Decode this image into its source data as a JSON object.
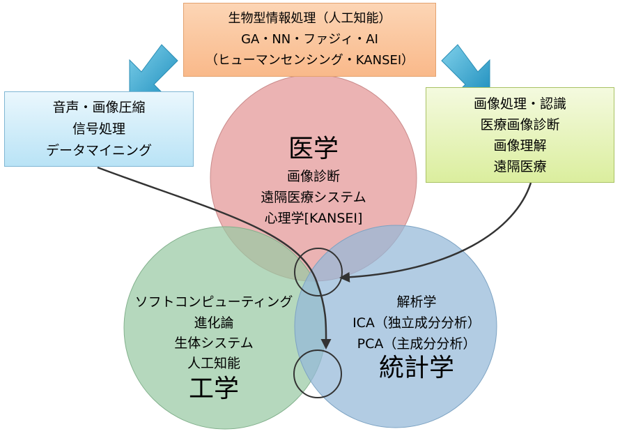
{
  "top_box": {
    "line1": "生物型情報処理（人工知能）",
    "line2": "GA・NN・ファジィ・AI",
    "line3": "（ヒューマンセンシング・KANSEI）"
  },
  "left_box": {
    "line1": "音声・画像圧縮",
    "line2": "信号処理",
    "line3": "データマイニング"
  },
  "right_box": {
    "line1": "画像処理・認識",
    "line2": "医療画像診断",
    "line3": "画像理解",
    "line4": "遠隔医療"
  },
  "medicine": {
    "title": "医学",
    "item1": "画像診断",
    "item2": "遠隔医療システム",
    "item3": "心理学[KANSEI]",
    "color": "#e59e9e"
  },
  "engineering": {
    "item1": "ソフトコンピューティング",
    "item2": "進化論",
    "item3": "生体システム",
    "item4": "人工知能",
    "title": "工学",
    "color": "#98c9a3"
  },
  "statistics": {
    "item1": "解析学",
    "item2": "ICA（独立成分分析）",
    "item3": "PCA（主成分分析）",
    "title": "統計学",
    "color": "#94b9d8"
  },
  "arrow_color": "#3aa6cc"
}
